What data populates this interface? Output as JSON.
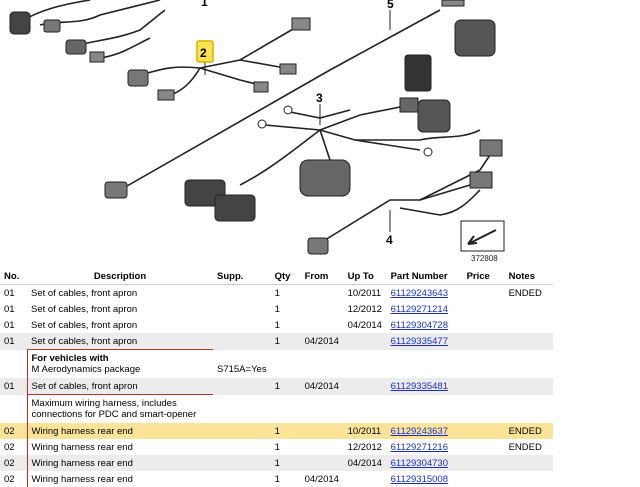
{
  "diagram": {
    "callouts": [
      "1",
      "2",
      "3",
      "4",
      "5"
    ],
    "image_number": "372808"
  },
  "table": {
    "headers": {
      "no": "No.",
      "description": "Description",
      "supp": "Supp.",
      "qty": "Qty",
      "from": "From",
      "to": "Up To",
      "part_number": "Part Number",
      "price": "Price",
      "notes": "Notes"
    },
    "rows": [
      {
        "no": "01",
        "description": "Set of cables, front apron",
        "supp": "",
        "qty": "1",
        "from": "",
        "to": "10/2011",
        "part_number": "61129243643",
        "price": "",
        "notes": "ENDED"
      },
      {
        "no": "01",
        "description": "Set of cables, front apron",
        "supp": "",
        "qty": "1",
        "from": "",
        "to": "12/2012",
        "part_number": "61129271214",
        "price": "",
        "notes": ""
      },
      {
        "no": "01",
        "description": "Set of cables, front apron",
        "supp": "",
        "qty": "1",
        "from": "",
        "to": "04/2014",
        "part_number": "61129304728",
        "price": "",
        "notes": ""
      },
      {
        "no": "01",
        "description": "Set of cables, front apron",
        "supp": "",
        "qty": "1",
        "from": "04/2014",
        "to": "",
        "part_number": "61129335477",
        "price": "",
        "notes": ""
      },
      {
        "note_title": "For vehicles with",
        "note_text": "M Aerodynamics package",
        "supp": "S715A=Yes"
      },
      {
        "no": "01",
        "description": "Set of cables, front apron",
        "supp": "",
        "qty": "1",
        "from": "04/2014",
        "to": "",
        "part_number": "61129335481",
        "price": "",
        "notes": ""
      },
      {
        "note_line1": "Maximum wiring harness, includes",
        "note_line2": "connections for PDC and smart-opener"
      },
      {
        "no": "02",
        "description": "Wiring harness rear end",
        "supp": "",
        "qty": "1",
        "from": "",
        "to": "10/2011",
        "part_number": "61129243637",
        "price": "",
        "notes": "ENDED"
      },
      {
        "no": "02",
        "description": "Wiring harness rear end",
        "supp": "",
        "qty": "1",
        "from": "",
        "to": "12/2012",
        "part_number": "61129271216",
        "price": "",
        "notes": "ENDED"
      },
      {
        "no": "02",
        "description": "Wiring harness rear end",
        "supp": "",
        "qty": "1",
        "from": "",
        "to": "04/2014",
        "part_number": "61129304730",
        "price": "",
        "notes": ""
      },
      {
        "no": "02",
        "description": "Wiring harness rear end",
        "supp": "",
        "qty": "1",
        "from": "04/2014",
        "to": "",
        "part_number": "61129315008",
        "price": "",
        "notes": ""
      }
    ]
  }
}
